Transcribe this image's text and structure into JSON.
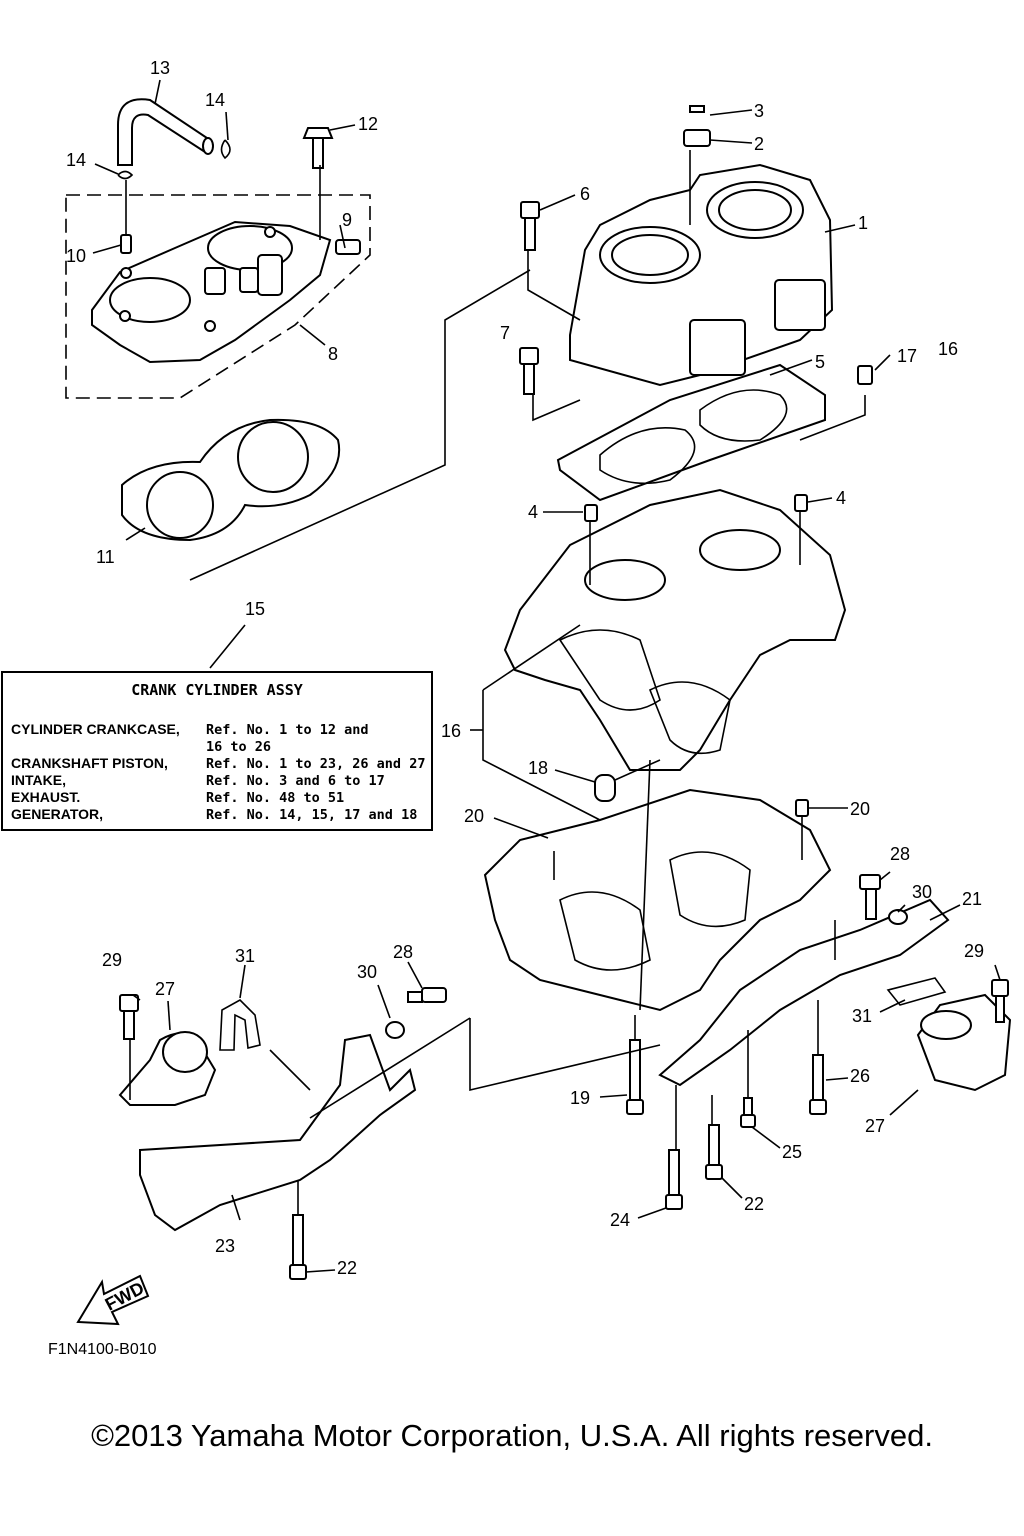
{
  "diagram_code": "F1N4100-B010",
  "copyright": "©2013 Yamaha Motor Corporation, U.S.A. All rights reserved.",
  "fwd_label": "FWD",
  "assy_box": {
    "title": "CRANK CYLINDER ASSY",
    "rows": [
      {
        "name": "CYLINDER CRANKCASE,",
        "ref": "Ref. No. 1 to 12 and"
      },
      {
        "name": "",
        "ref": "16 to 26"
      },
      {
        "name": "CRANKSHAFT PISTON,",
        "ref": "Ref. No. 1 to 23, 26 and 27"
      },
      {
        "name": "INTAKE,",
        "ref": "Ref. No. 3 and 6 to 17"
      },
      {
        "name": "EXHAUST.",
        "ref": "Ref. No. 48 to 51"
      },
      {
        "name": "GENERATOR,",
        "ref": "Ref. No. 14, 15, 17 and 18"
      }
    ]
  },
  "callouts": [
    "1",
    "2",
    "3",
    "4",
    "4",
    "5",
    "6",
    "7",
    "8",
    "9",
    "10",
    "11",
    "12",
    "13",
    "14",
    "14",
    "15",
    "16",
    "16",
    "17",
    "18",
    "19",
    "20",
    "20",
    "21",
    "22",
    "22",
    "23",
    "24",
    "25",
    "26",
    "27",
    "27",
    "28",
    "28",
    "29",
    "29",
    "30",
    "30",
    "31",
    "31"
  ]
}
